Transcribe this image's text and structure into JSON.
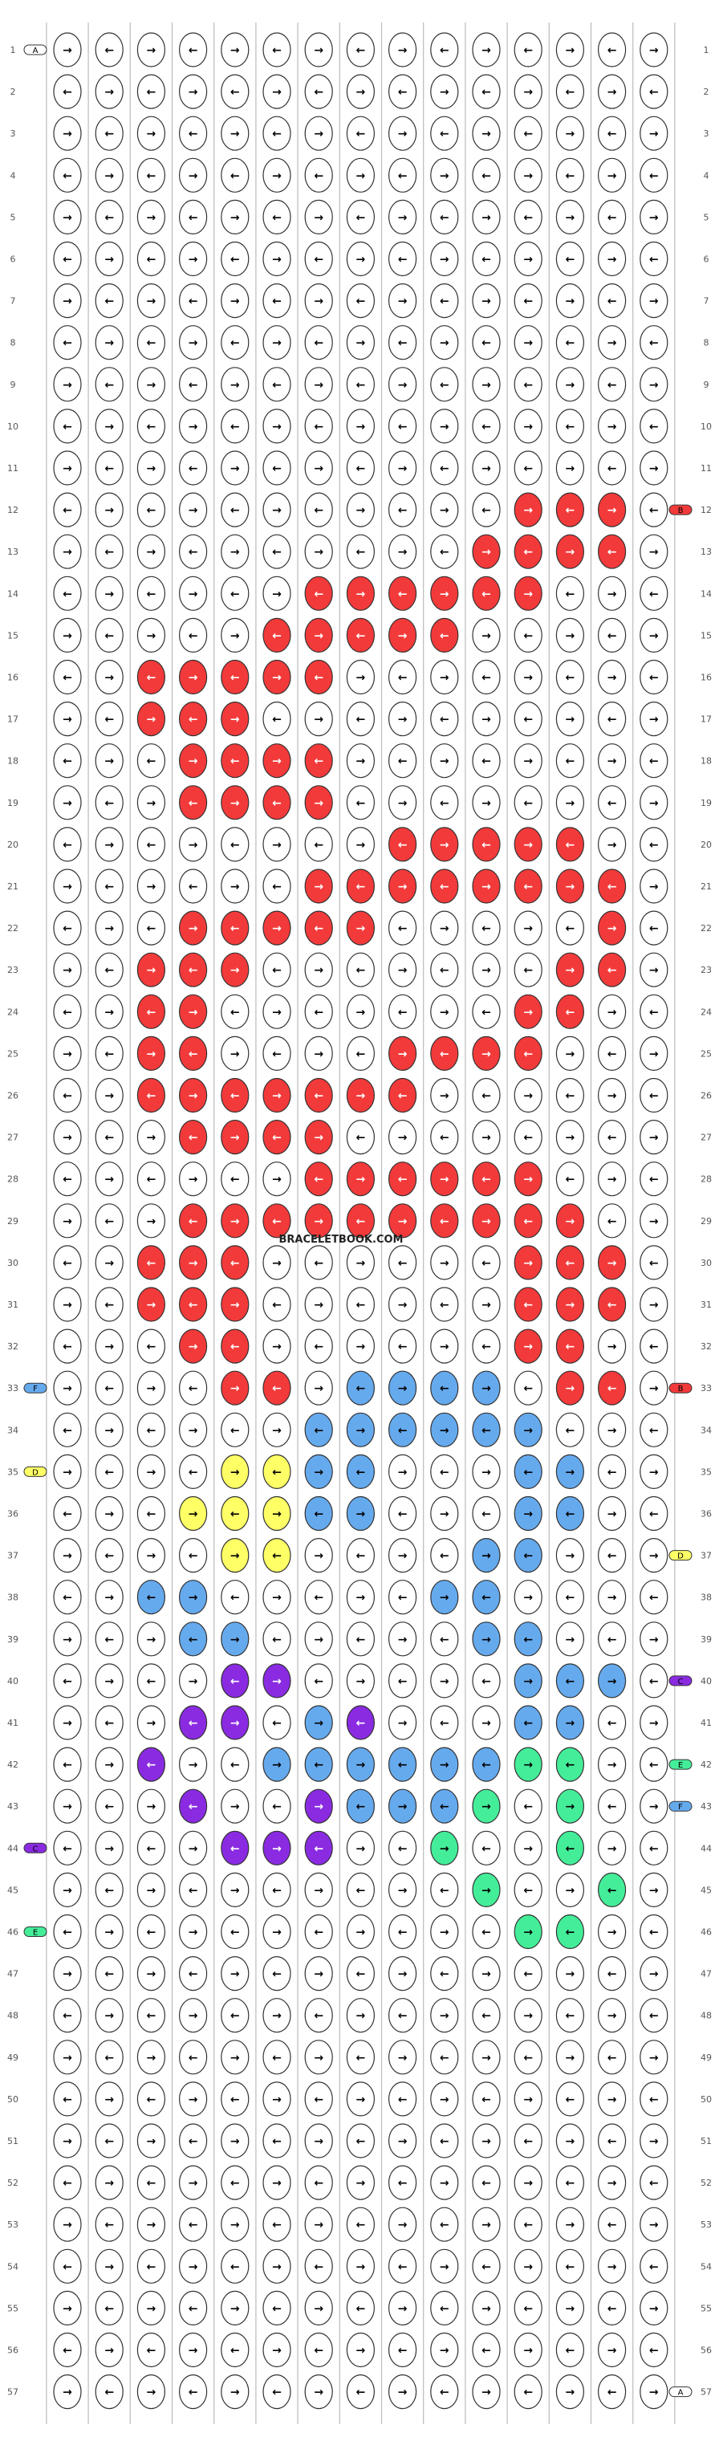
{
  "diagram": {
    "type": "alpha-pattern",
    "credit": "BRACELETBOOK.COM",
    "rows": 57,
    "columns": 15,
    "colors": {
      "A": "#ffffff",
      "B": "#f33a3a",
      "C": "#8a2be2",
      "D": "#ffff66",
      "E": "#44ee99",
      "F": "#66aaee"
    },
    "grid": [
      "AAAAAAAAAAAAAAA",
      "AAAAAAAAAAAAAAA",
      "AAAAAAAAAAAAAAA",
      "AAAAAAAAAAAAAAA",
      "AAAAAAAAAAAAAAA",
      "AAAAAAAAAAAAAAA",
      "AAAAAAAAAAAAAAA",
      "AAAAAAAAAAAAAAA",
      "AAAAAAAAAAAAAAA",
      "AAAAAAAAAAAAAAA",
      "AAAAAAAAAAAAAAA",
      "AAAAAAAAAAABBBA",
      "AAAAAAAAAABBBBA",
      "AAAAAABBBBBBAAA",
      "AAAAABBBBBAAAAA",
      "AABBBBBAAAAAAAA",
      "AABBBAAAAAAAAAA",
      "AAABBBBAAAAAAAA",
      "AAABBBBAAAAAAAA",
      "AAAAAAAABBBBBAA",
      "AAAAAABBBBBBBBA",
      "AAABBBBBAAAAABA",
      "AABBBAAAAAAABBA",
      "AABBAAAAAAABBAA",
      "AABBAAAABBBBAAA",
      "AABBBBBBBAAAAAA",
      "AAABBBBAAAAAAAA",
      "AAAAAABBBBBBAAA",
      "AAABBBBBBBBBBAA",
      "AABBBAAAAAABBBA",
      "AABBBAAAAAABBBA",
      "AAABBAAAAAABBAA",
      "AAAABBAFFFFABBA",
      "AAAAAAFFFFFFAAA",
      "AAAADDFFAAAFFAA",
      "AAADDDFFAAAFFAA",
      "AAAADDAAAAFFAAA",
      "AAFFAAAAAFFAAAA",
      "AAAFFAAAAAFFAAA",
      "AAAACCAAAAAFFFA",
      "AAACCAFCAAAFFAA",
      "AACAAFFFFFFEEAA",
      "AAACAACFFFEAEAA",
      "AAAACCCAAEAAEAA",
      "AAAAAAAAAAEAAEA",
      "AAAAAAAAAAAEEAA",
      "AAAAAAAAAAAAAAA",
      "AAAAAAAAAAAAAAA",
      "AAAAAAAAAAAAAAA",
      "AAAAAAAAAAAAAAA",
      "AAAAAAAAAAAAAAA",
      "AAAAAAAAAAAAAAA",
      "AAAAAAAAAAAAAAA",
      "AAAAAAAAAAAAAAA",
      "AAAAAAAAAAAAAAA",
      "AAAAAAAAAAAAAAA",
      "AAAAAAAAAAAAAAA"
    ],
    "row_labels": [
      "1",
      "2",
      "3",
      "4",
      "5",
      "6",
      "7",
      "8",
      "9",
      "10",
      "11",
      "12",
      "13",
      "14",
      "15",
      "16",
      "17",
      "18",
      "19",
      "20",
      "21",
      "22",
      "23",
      "24",
      "25",
      "26",
      "27",
      "28",
      "29",
      "30",
      "31",
      "32",
      "33",
      "34",
      "35",
      "36",
      "37",
      "38",
      "39",
      "40",
      "41",
      "42",
      "43",
      "44",
      "45",
      "46",
      "47",
      "48",
      "49",
      "50",
      "51",
      "52",
      "53",
      "54",
      "55",
      "56",
      "57"
    ],
    "left_markers": [
      {
        "row": 1,
        "color": "A",
        "letter": "A"
      },
      {
        "row": 33,
        "color": "F",
        "letter": "F"
      },
      {
        "row": 35,
        "color": "D",
        "letter": "D"
      },
      {
        "row": 44,
        "color": "C",
        "letter": "C"
      },
      {
        "row": 46,
        "color": "E",
        "letter": "E"
      }
    ],
    "right_markers": [
      {
        "row": 12,
        "color": "B",
        "letter": "B"
      },
      {
        "row": 33,
        "color": "B",
        "letter": "B"
      },
      {
        "row": 37,
        "color": "D",
        "letter": "D"
      },
      {
        "row": 40,
        "color": "C",
        "letter": "C"
      },
      {
        "row": 42,
        "color": "E",
        "letter": "E"
      },
      {
        "row": 43,
        "color": "F",
        "letter": "F"
      },
      {
        "row": 57,
        "color": "A",
        "letter": "A"
      }
    ]
  }
}
